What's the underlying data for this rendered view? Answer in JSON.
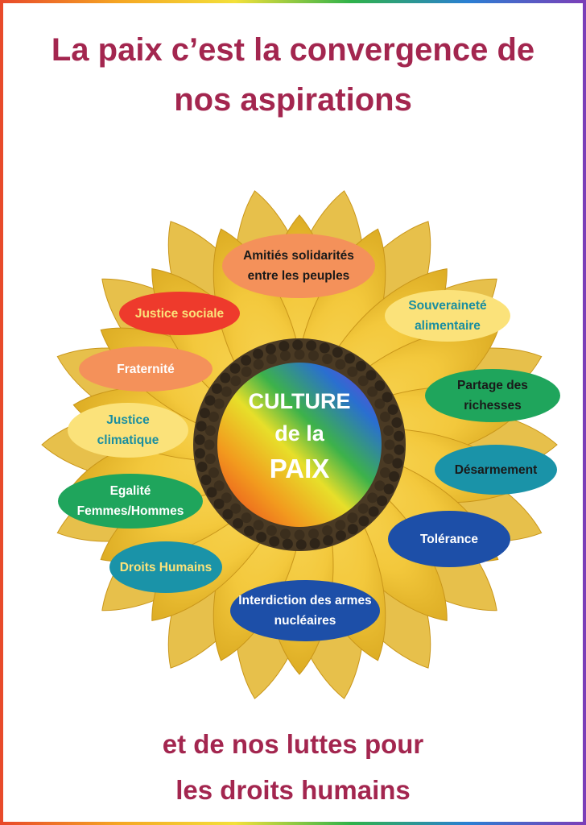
{
  "title": {
    "line1": "La paix c’est la convergence de",
    "line2": "nos aspirations"
  },
  "footer": {
    "line1": "et de nos luttes pour",
    "line2": "les droits humains"
  },
  "center": {
    "line1": "CULTURE",
    "line2": "de la",
    "line3": "PAIX"
  },
  "aspirations": [
    {
      "label": "Amitiés solidarités entre les peuples",
      "bg": "#f4915a",
      "color": "#1a1a1a"
    },
    {
      "label": "Souveraineté alimentaire",
      "bg": "#fbe27a",
      "color": "#1a8ea0"
    },
    {
      "label": "Justice sociale",
      "bg": "#ee3a2c",
      "color": "#fbe27a"
    },
    {
      "label": "Fraternité",
      "bg": "#f4915a",
      "color": "#ffffff"
    },
    {
      "label": "Partage des richesses",
      "bg": "#1fa55c",
      "color": "#1a1a1a"
    },
    {
      "label": "Justice climatique",
      "bg": "#fbe27a",
      "color": "#1a8ea0"
    },
    {
      "label": "Désarmement",
      "bg": "#1a93a8",
      "color": "#1a1a1a"
    },
    {
      "label": "Egalité Femmes/Hommes",
      "bg": "#1fa55c",
      "color": "#ffffff"
    },
    {
      "label": "Tolérance",
      "bg": "#1d4fa8",
      "color": "#ffffff"
    },
    {
      "label": "Droits Humains",
      "bg": "#1a93a8",
      "color": "#fbe27a"
    },
    {
      "label": "Interdiction des armes nucléaires",
      "bg": "#1d4fa8",
      "color": "#ffffff"
    }
  ]
}
